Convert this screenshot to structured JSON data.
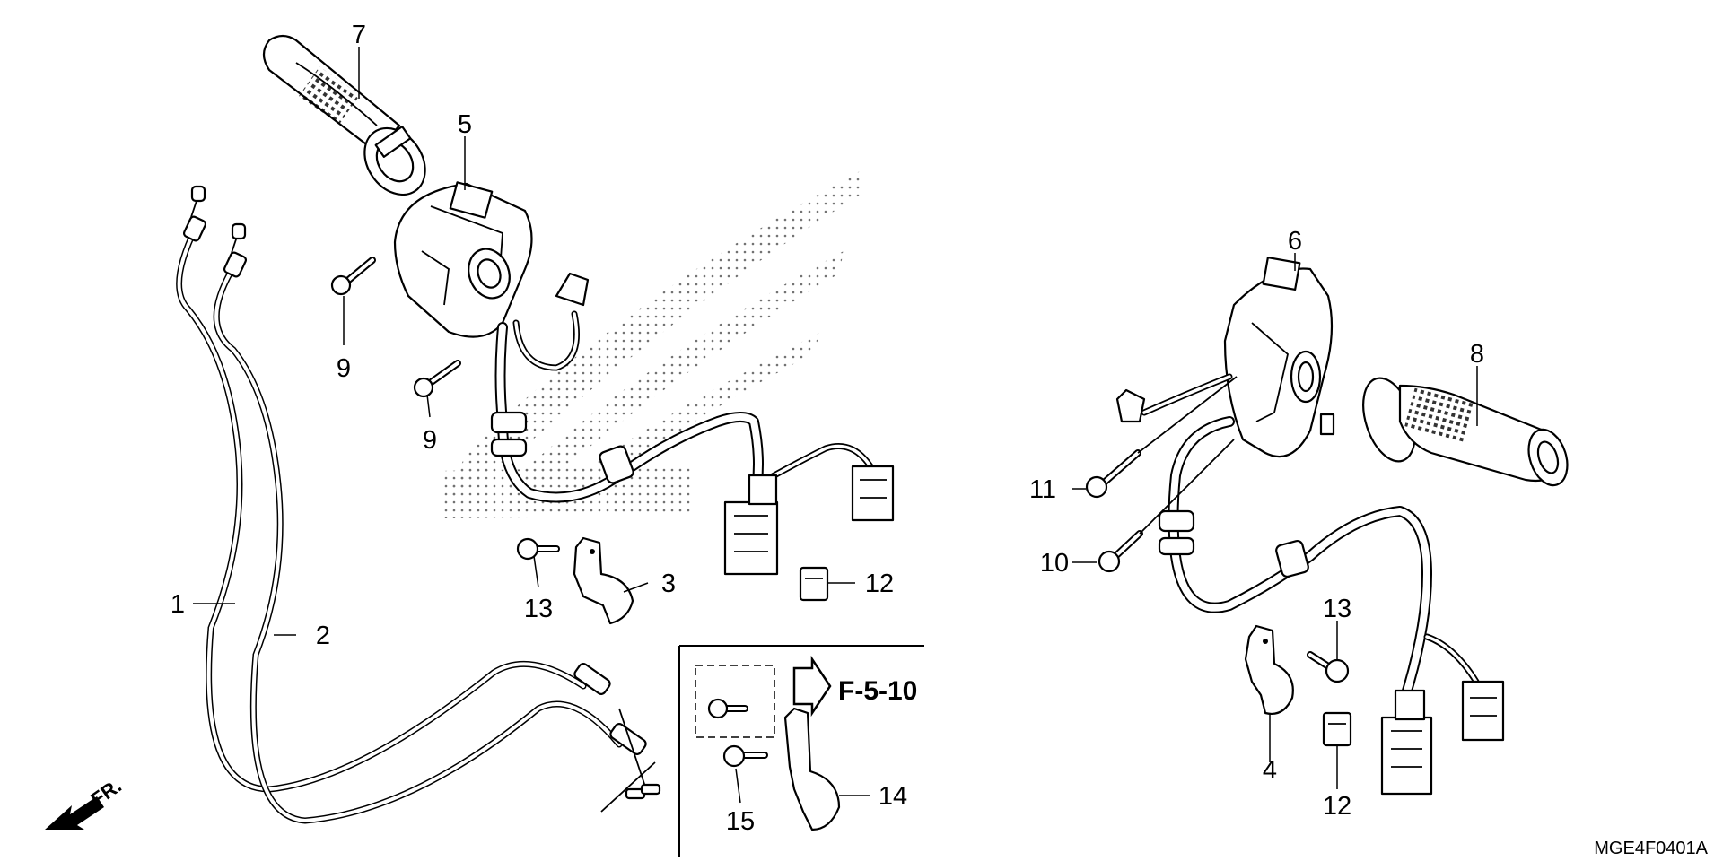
{
  "diagram_code": "MGE4F0401A",
  "direction_label": "FR.",
  "reference_label": "F-5-10",
  "callouts": {
    "c1": "1",
    "c2": "2",
    "c3": "3",
    "c4": "4",
    "c5": "5",
    "c6": "6",
    "c7": "7",
    "c8": "8",
    "c9a": "9",
    "c9b": "9",
    "c10": "10",
    "c11": "11",
    "c12a": "12",
    "c12b": "12",
    "c13a": "13",
    "c13b": "13",
    "c14": "14",
    "c15": "15"
  },
  "icons": [
    "front-direction-arrow-icon",
    "reference-arrow-icon"
  ]
}
